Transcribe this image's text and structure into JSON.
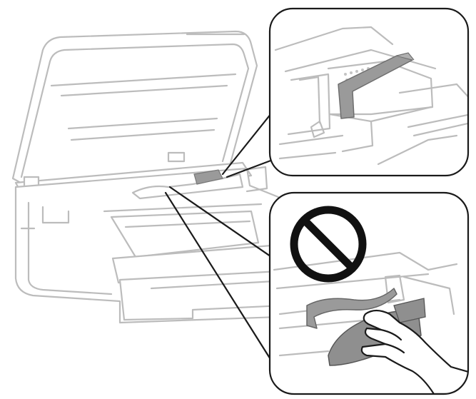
{
  "figure": {
    "kind": "printer-maintenance-illustration",
    "icons": [
      "printer-icon",
      "transportation-tape-icon",
      "prohibition-icon",
      "hand-icon"
    ],
    "colors": {
      "background": "#ffffff",
      "outline_gray": "#bcbcbc",
      "callout_ink": "#1a1a1a",
      "tape_gray": "#9a9a9a",
      "prohibition_ink": "#111111"
    },
    "panels": [
      {
        "id": "callout-top",
        "shows": [
          "transportation-tape-icon"
        ]
      },
      {
        "id": "callout-bottom",
        "shows": [
          "prohibition-icon",
          "transportation-tape-icon",
          "hand-icon"
        ]
      }
    ]
  }
}
